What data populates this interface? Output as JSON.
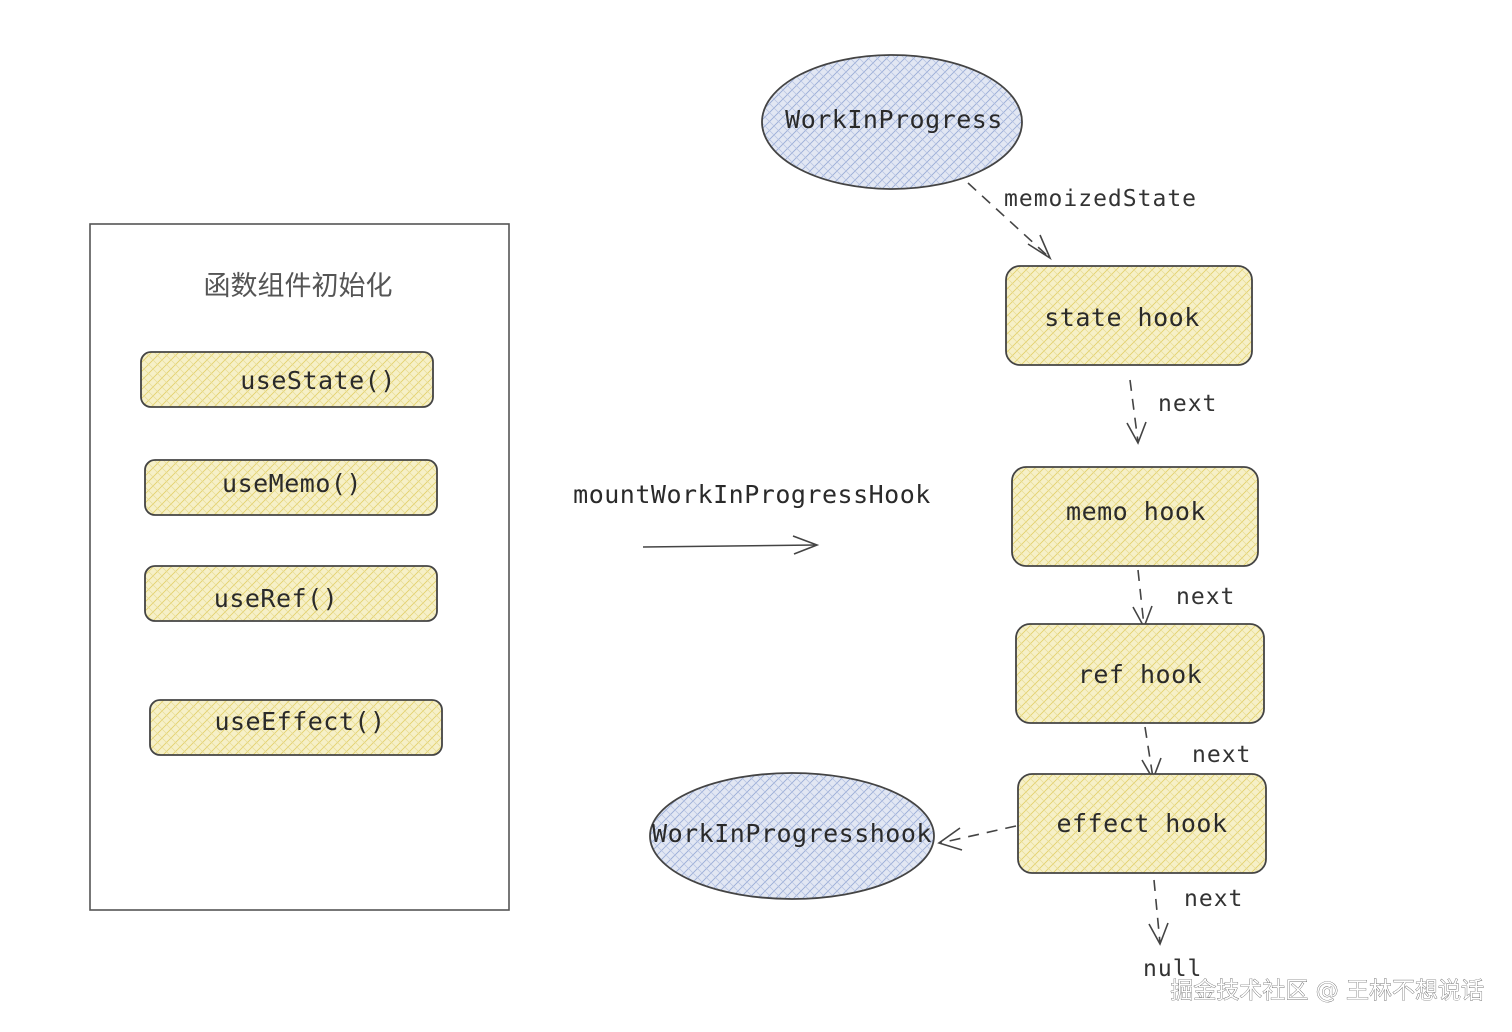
{
  "left_panel": {
    "title": "函数组件初始化",
    "calls": [
      "useState()",
      "useMemo()",
      "useRef()",
      "useEffect()"
    ]
  },
  "arrow_label": "mountWorkInProgressHook",
  "work_in_progress": "WorkInProgress",
  "memoized_state_label": "memoizedState",
  "hooks": [
    "state hook",
    "memo hook",
    "ref hook",
    "effect hook"
  ],
  "next_label": "next",
  "null_label": "null",
  "wip_hook": "WorkInProgresshook",
  "watermark": "掘金技术社区 @ 王林不想说话",
  "colors": {
    "hook_fill": "#f6f0c8",
    "hook_hatch": "#e8d878",
    "ellipse_fill": "#dde4f2",
    "ellipse_hatch": "#9fb2dd",
    "stroke": "#333333"
  }
}
